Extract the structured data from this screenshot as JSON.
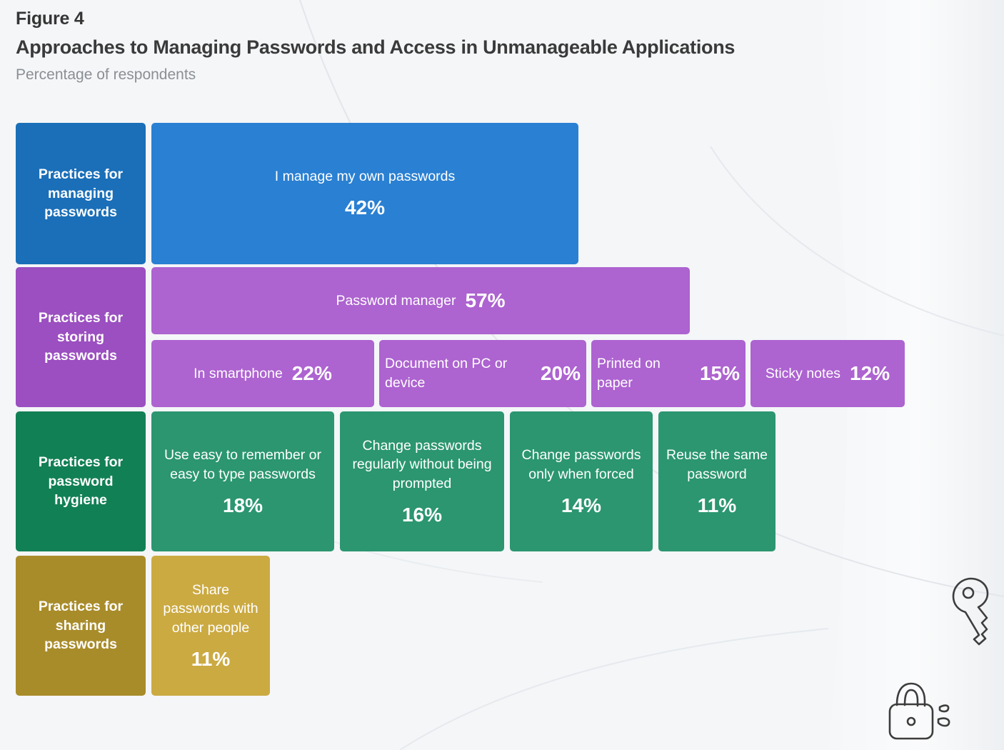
{
  "header": {
    "figure_label": "Figure 4",
    "title": "Approaches to Managing Passwords and Access in Unmanageable Applications",
    "subtitle": "Percentage of respondents"
  },
  "colors": {
    "background": "#f4f6f8",
    "title_text": "#3a3a3a",
    "subtitle_text": "#8b8f94",
    "blue_category": "#1a6fb8",
    "blue_item": "#2a80d2",
    "purple_category": "#9b4fc0",
    "purple_item": "#ad63d0",
    "green_category": "#128055",
    "green_item": "#2b9670",
    "gold_category": "#a98c2a",
    "gold_item": "#cbaa42",
    "item_text": "#ffffff"
  },
  "icons": {
    "key": "key-icon",
    "unlocked_padlock": "unlocked-padlock-icon"
  },
  "chart_data": {
    "type": "bar",
    "title": "Approaches to Managing Passwords and Access in Unmanageable Applications",
    "subtitle": "Percentage of respondents",
    "xlabel": "",
    "ylabel": "",
    "units": "percent",
    "legend": "none",
    "grid": false,
    "note": "Proportional horizontal bars grouped into four practice categories; bar width encodes percentage of respondents.",
    "categories": [
      {
        "name": "Practices for managing passwords",
        "color": "#1a6fb8",
        "item_color": "#2a80d2",
        "rows": [
          [
            {
              "label": "I manage my own passwords",
              "value": 42,
              "value_text": "42%",
              "layout": "stacked"
            }
          ]
        ]
      },
      {
        "name": "Practices for storing passwords",
        "color": "#9b4fc0",
        "item_color": "#ad63d0",
        "rows": [
          [
            {
              "label": "Password manager",
              "value": 57,
              "value_text": "57%",
              "layout": "inline"
            }
          ],
          [
            {
              "label": "In smartphone",
              "value": 22,
              "value_text": "22%",
              "layout": "inline"
            },
            {
              "label": "Document on PC or device",
              "value": 20,
              "value_text": "20%",
              "layout": "inline"
            },
            {
              "label": "Printed on paper",
              "value": 15,
              "value_text": "15%",
              "layout": "inline"
            },
            {
              "label": "Sticky notes",
              "value": 12,
              "value_text": "12%",
              "layout": "inline"
            }
          ]
        ]
      },
      {
        "name": "Practices for password hygiene",
        "color": "#128055",
        "item_color": "#2b9670",
        "rows": [
          [
            {
              "label": "Use easy to remember or easy to type passwords",
              "value": 18,
              "value_text": "18%",
              "layout": "stacked"
            },
            {
              "label": "Change passwords regularly without being prompted",
              "value": 16,
              "value_text": "16%",
              "layout": "stacked"
            },
            {
              "label": "Change passwords only when forced",
              "value": 14,
              "value_text": "14%",
              "layout": "stacked"
            },
            {
              "label": "Reuse the same password",
              "value": 11,
              "value_text": "11%",
              "layout": "stacked"
            }
          ]
        ]
      },
      {
        "name": "Practices for sharing passwords",
        "color": "#a98c2a",
        "item_color": "#cbaa42",
        "rows": [
          [
            {
              "label": "Share passwords with other people",
              "value": 11,
              "value_text": "11%",
              "layout": "stacked"
            }
          ]
        ]
      }
    ],
    "all_values": [
      42,
      57,
      22,
      20,
      15,
      12,
      18,
      16,
      14,
      11,
      11
    ],
    "all_labels": [
      "I manage my own passwords",
      "Password manager",
      "In smartphone",
      "Document on PC or device",
      "Printed on paper",
      "Sticky notes",
      "Use easy to remember or easy to type passwords",
      "Change passwords regularly without being prompted",
      "Change passwords only when forced",
      "Reuse the same password",
      "Share passwords with other people"
    ]
  }
}
